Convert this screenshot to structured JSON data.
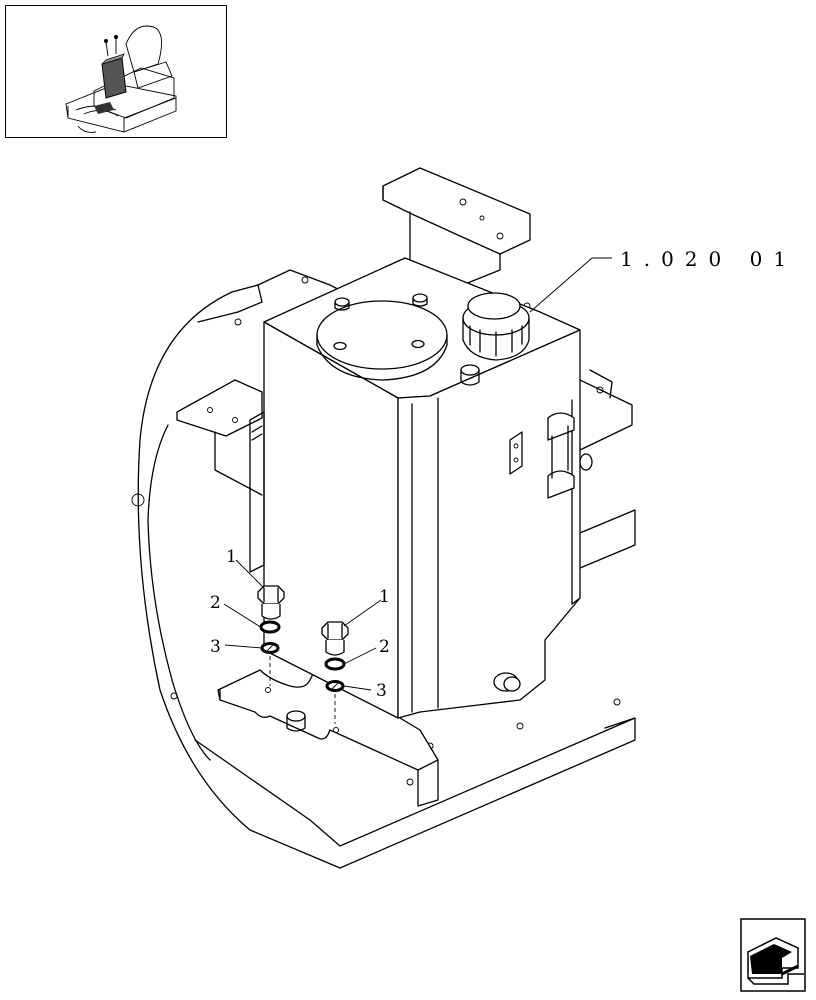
{
  "reference": {
    "label": "1.020 01"
  },
  "callouts": [
    {
      "id": "c1a",
      "text": "1"
    },
    {
      "id": "c2a",
      "text": "2"
    },
    {
      "id": "c3a",
      "text": "3"
    },
    {
      "id": "c1b",
      "text": "1"
    },
    {
      "id": "c2b",
      "text": "2"
    },
    {
      "id": "c3b",
      "text": "3"
    }
  ],
  "parts": [
    {
      "number": "1",
      "icon": "hex-bolt-icon"
    },
    {
      "number": "2",
      "icon": "flat-washer-icon"
    },
    {
      "number": "3",
      "icon": "lock-washer-icon"
    }
  ],
  "icons": {
    "thumbnail": "machine-locator-thumbnail-icon",
    "navigation": "next-page-arrow-icon"
  }
}
